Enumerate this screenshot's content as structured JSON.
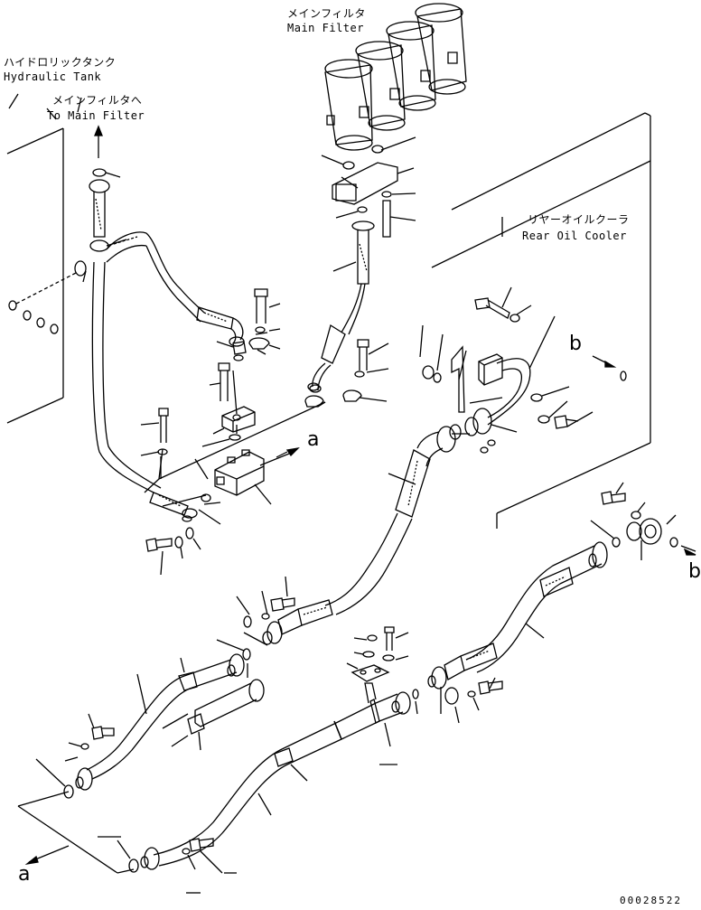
{
  "labels": {
    "main_filter_jp": "メインフィルタ",
    "main_filter_en": "Main Filter",
    "hydraulic_tank_jp": "ハイドロリックタンク",
    "hydraulic_tank_en": "Hydraulic Tank",
    "to_main_filter_jp": "メインフィルタへ",
    "to_main_filter_en": "To Main Filter",
    "rear_oil_cooler_jp": "リヤーオイルクーラ",
    "rear_oil_cooler_en": "Rear Oil Cooler"
  },
  "callouts": {
    "a_upper": "a",
    "a_lower": "a",
    "b_upper": "b",
    "b_lower": "b"
  },
  "drawing_code": "00028522"
}
